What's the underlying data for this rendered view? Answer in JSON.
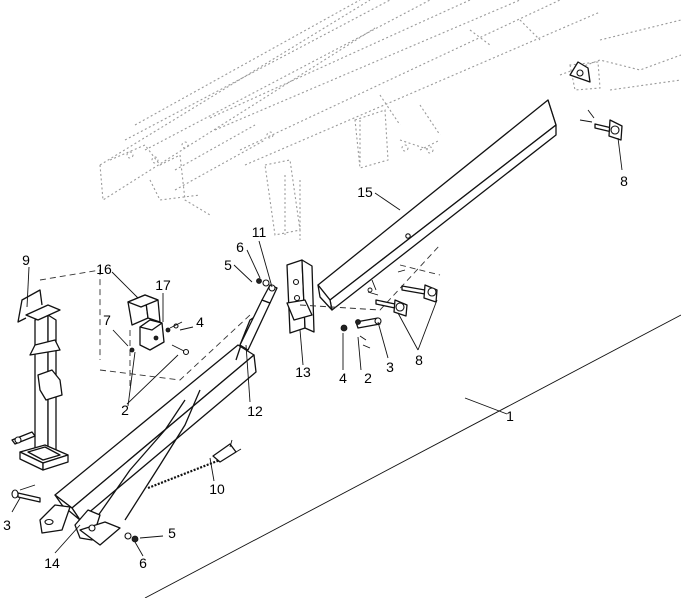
{
  "diagram": {
    "callouts": [
      {
        "id": "c1",
        "text": "1"
      },
      {
        "id": "c2a",
        "text": "2"
      },
      {
        "id": "c2b",
        "text": "2"
      },
      {
        "id": "c3a",
        "text": "3"
      },
      {
        "id": "c3b",
        "text": "3"
      },
      {
        "id": "c4a",
        "text": "4"
      },
      {
        "id": "c4b",
        "text": "4"
      },
      {
        "id": "c5a",
        "text": "5"
      },
      {
        "id": "c5b",
        "text": "5"
      },
      {
        "id": "c6a",
        "text": "6"
      },
      {
        "id": "c6b",
        "text": "6"
      },
      {
        "id": "c7",
        "text": "7"
      },
      {
        "id": "c8a",
        "text": "8"
      },
      {
        "id": "c8b",
        "text": "8"
      },
      {
        "id": "c9",
        "text": "9"
      },
      {
        "id": "c10",
        "text": "10"
      },
      {
        "id": "c11",
        "text": "11"
      },
      {
        "id": "c12",
        "text": "12"
      },
      {
        "id": "c13",
        "text": "13"
      },
      {
        "id": "c14",
        "text": "14"
      },
      {
        "id": "c15",
        "text": "15"
      },
      {
        "id": "c16",
        "text": "16"
      },
      {
        "id": "c17",
        "text": "17"
      }
    ]
  }
}
